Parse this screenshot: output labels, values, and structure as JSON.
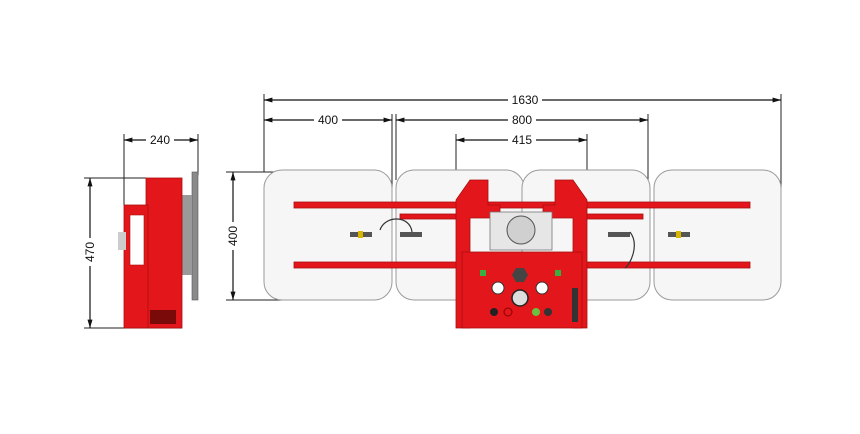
{
  "dimensions": {
    "overall_width": "1630",
    "pad_width": "400",
    "center_span": "800",
    "frame_width": "415",
    "pad_height": "400",
    "side_depth": "240",
    "side_height": "470"
  },
  "colors": {
    "frame": "#e3171b",
    "pad": "#f6f6f6",
    "dimension_line": "#111111"
  }
}
